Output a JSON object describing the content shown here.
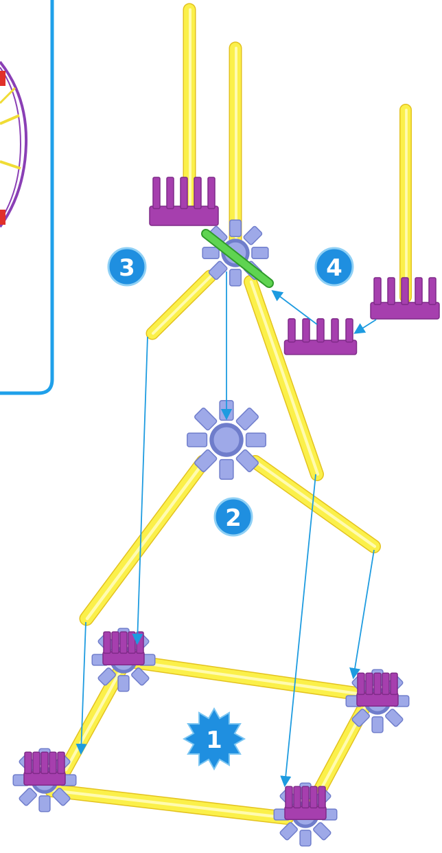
{
  "colors": {
    "rod_yellow": "#fbf04a",
    "rod_yellow_edge": "#e3c21f",
    "connector_purple": "#a63fae",
    "connector_purple_dark": "#7f2a88",
    "connector_blue": "#9ea9e8",
    "connector_blue_dark": "#6f7dcb",
    "connector_green": "#5fd451",
    "arrow_blue": "#1d9be0",
    "badge_blue": "#1f8fe0",
    "inset_border": "#1fa0ea",
    "wheel_purple": "#8a3fb5",
    "wheel_red": "#e0302a"
  },
  "steps": [
    {
      "number": "1",
      "shape": "star"
    },
    {
      "number": "2",
      "shape": "circle"
    },
    {
      "number": "3",
      "shape": "circle"
    },
    {
      "number": "4",
      "shape": "circle"
    }
  ],
  "icons": [
    "snowflake-connector-icon",
    "half-connector-icon",
    "green-connector-icon",
    "assembly-arrow-icon",
    "step-badge-icon"
  ]
}
